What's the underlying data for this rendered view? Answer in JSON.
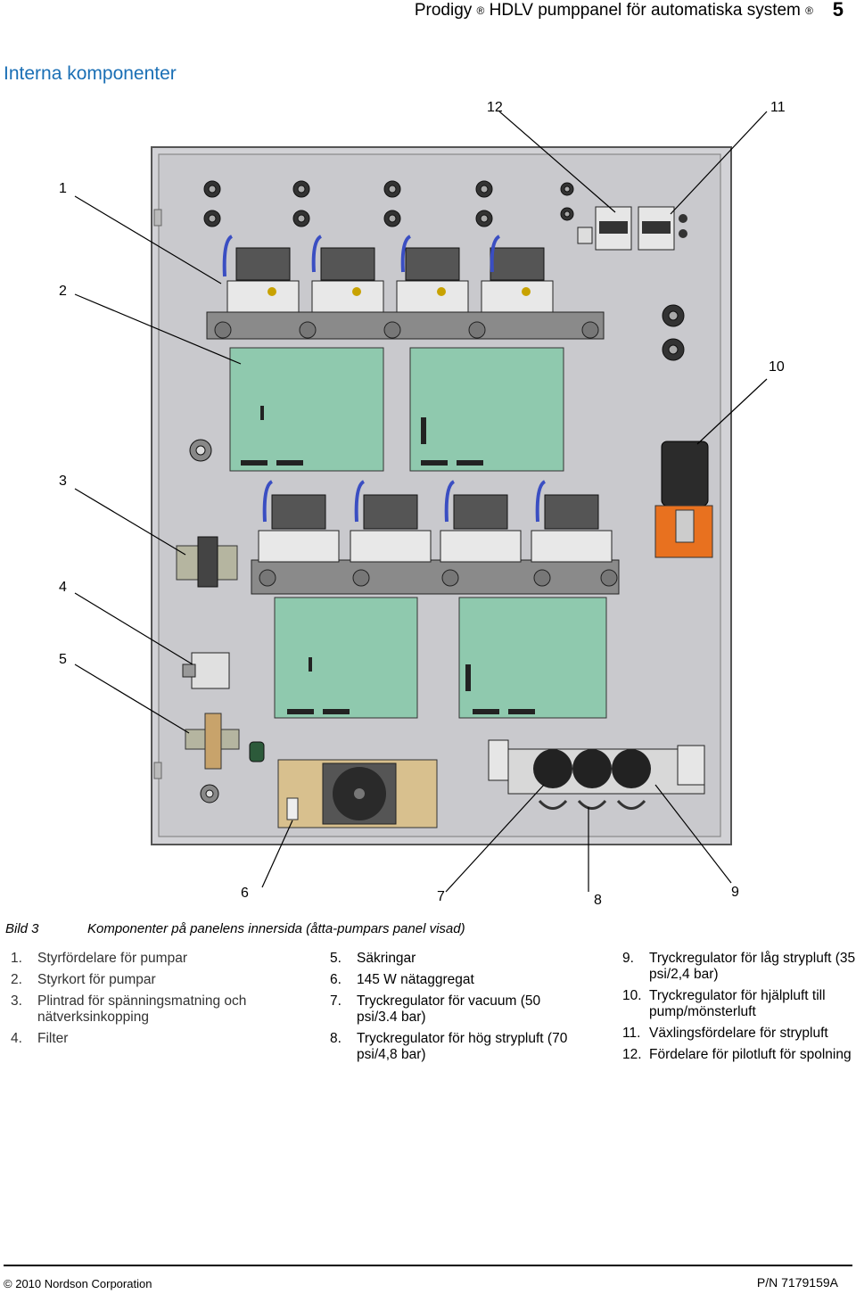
{
  "header": {
    "title_part1": "Prodigy",
    "title_part2": "HDLV pumppanel för automatiska system",
    "reg_mark": "®",
    "page_number": "5"
  },
  "section_title": "Interna komponenter",
  "callouts": {
    "c1": "1",
    "c2": "2",
    "c3": "3",
    "c4": "4",
    "c5": "5",
    "c6": "6",
    "c7": "7",
    "c8": "8",
    "c9": "9",
    "c10": "10",
    "c11": "11",
    "c12": "12"
  },
  "caption": {
    "label": "Bild 3",
    "text": "Komponenter på panelens innersida (åtta-pumpars panel visad)"
  },
  "legend": {
    "col1": [
      {
        "num": "1.",
        "text": "Styrfördelare för pumpar"
      },
      {
        "num": "2.",
        "text": "Styrkort för pumpar"
      },
      {
        "num": "3.",
        "text": "Plintrad för spänningsmatning och nätverksinkopping"
      },
      {
        "num": "4.",
        "text": "Filter"
      }
    ],
    "col2": [
      {
        "num": "5.",
        "text": "Säkringar"
      },
      {
        "num": "6.",
        "text": "145 W nätaggregat"
      },
      {
        "num": "7.",
        "text": "Tryckregulator för vacuum (50 psi/3.4 bar)"
      },
      {
        "num": "8.",
        "text": "Tryckregulator för hög strypluft (70 psi/4,8 bar)"
      }
    ],
    "col3": [
      {
        "num": "9.",
        "text": "Tryckregulator för låg strypluft (35 psi/2,4 bar)"
      },
      {
        "num": "10.",
        "text": "Tryckregulator för hjälpluft till pump/mönsterluft"
      },
      {
        "num": "11.",
        "text": "Växlingsfördelare för strypluft"
      },
      {
        "num": "12.",
        "text": "Fördelare för pilotluft för spolning"
      }
    ]
  },
  "footer": {
    "copyright_symbol": "©",
    "copyright": "2010 Nordson Corporation",
    "part_number": "P/N 7179159A"
  },
  "colors": {
    "accent": "#1a6fb5",
    "panel": "#cfcfd3",
    "board": "#8fc9ae",
    "regulator_orange": "#e8711f",
    "psu_tan": "#d8c08e"
  }
}
